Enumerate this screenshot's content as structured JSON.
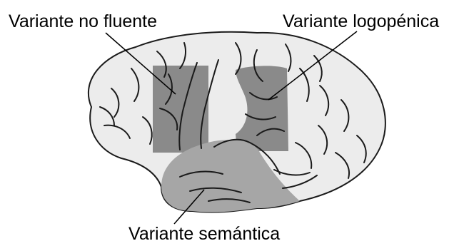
{
  "labels": {
    "no_fluente": "Variante no fluente",
    "logopenica": "Variante logopénica",
    "semantica": "Variante semántica"
  },
  "colors": {
    "brain_fill": "#ececec",
    "brain_outline": "#1a1a1a",
    "region_frontal": "#8a8a8a",
    "region_parietal": "#8a8a8a",
    "region_temporal": "#a6a6a6",
    "leader_line": "#000000"
  }
}
